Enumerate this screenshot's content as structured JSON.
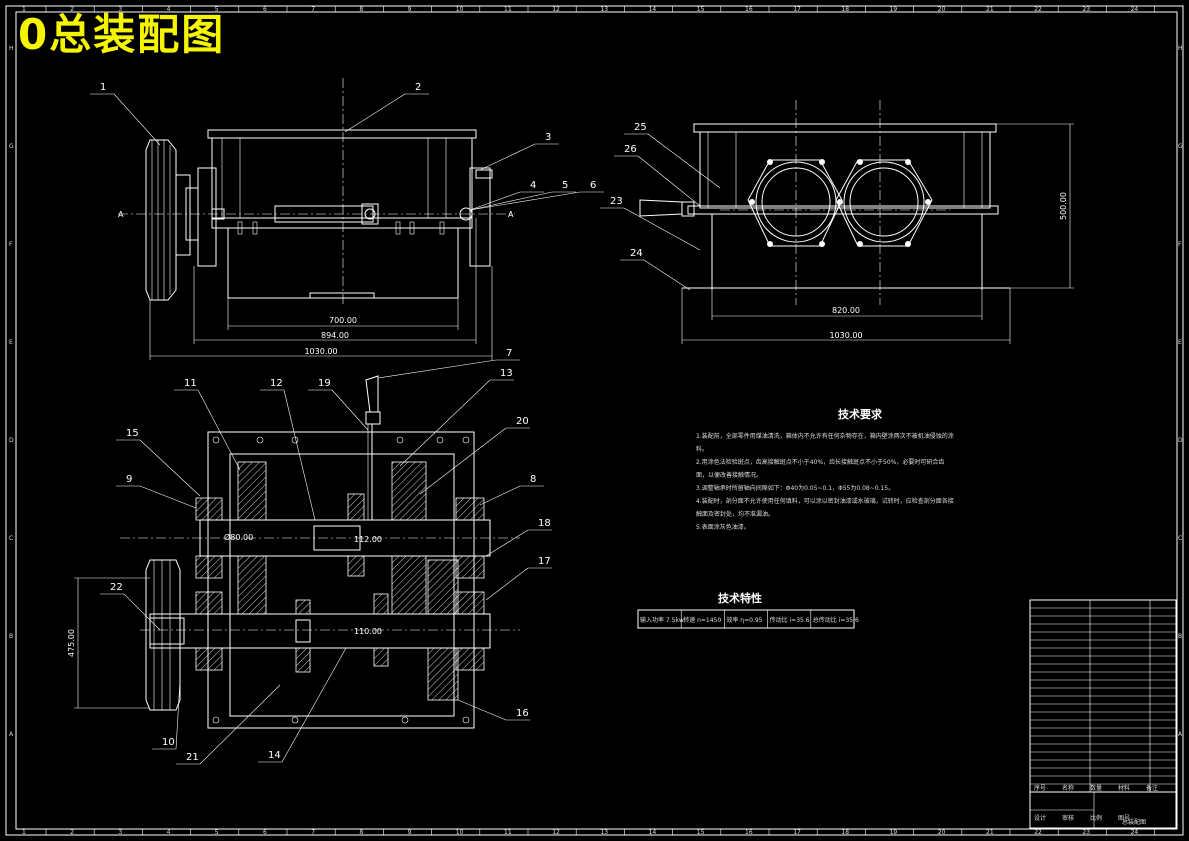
{
  "title": "0总装配图",
  "grid_top": [
    "1",
    "2",
    "3",
    "4",
    "5",
    "6",
    "7",
    "8",
    "9",
    "10",
    "11",
    "12",
    "13",
    "14",
    "15",
    "16",
    "17",
    "18",
    "19",
    "20",
    "21",
    "22",
    "23",
    "24"
  ],
  "grid_side": [
    "A",
    "B",
    "C",
    "D",
    "E",
    "F",
    "G",
    "H"
  ],
  "part_numbers": [
    "1",
    "2",
    "3",
    "4",
    "5",
    "6",
    "7",
    "8",
    "9",
    "10",
    "11",
    "12",
    "13",
    "14",
    "15",
    "16",
    "17",
    "18",
    "19",
    "20",
    "21",
    "22",
    "23",
    "24",
    "25",
    "26"
  ],
  "dimensions": {
    "front_700": "700.00",
    "front_894": "894.00",
    "front_1030": "1030.00",
    "side_820": "820.00",
    "side_1030": "1030.00",
    "side_500": "500.00",
    "plan_475": "475.00",
    "plan_shaft_a": "112.00",
    "plan_shaft_b": "110.00",
    "plan_phi": "Ø80.00"
  },
  "tech_requirements": {
    "heading": "技术要求",
    "items": [
      "1.装配前，全部零件用煤油清洗，箱体内不允许有任何杂物存在，箱内壁涂两次不被机油侵蚀的涂料。",
      "2.用涂色法检验斑点，齿高接触斑点不小于40%，齿长接触斑点不小于50%，必要时可研合齿面，以便改善接触情况。",
      "3.调整轴承时所留轴向间隙如下：Φ40为0.05~0.1，Φ55为0.08~0.15。",
      "4.装配时，剖分面不允许使用任何填料，可以涂以密封油漆或水玻璃，试转时，应检查剖分面各接触面及密封处，均不准漏油。",
      "5.表面涂灰色油漆。"
    ]
  },
  "tech_characteristics": {
    "heading": "技术特性",
    "cells": [
      "输入功率 7.5kw",
      "转速 n=1450",
      "效率 η=0.95",
      "传动比 i=35.6",
      "总传动比 i=35.6"
    ]
  },
  "title_block": {
    "drawing_name": "总装配图",
    "labels": [
      "序号",
      "名称",
      "数量",
      "材料",
      "备注",
      "设计",
      "审核",
      "比例",
      "图号"
    ]
  }
}
